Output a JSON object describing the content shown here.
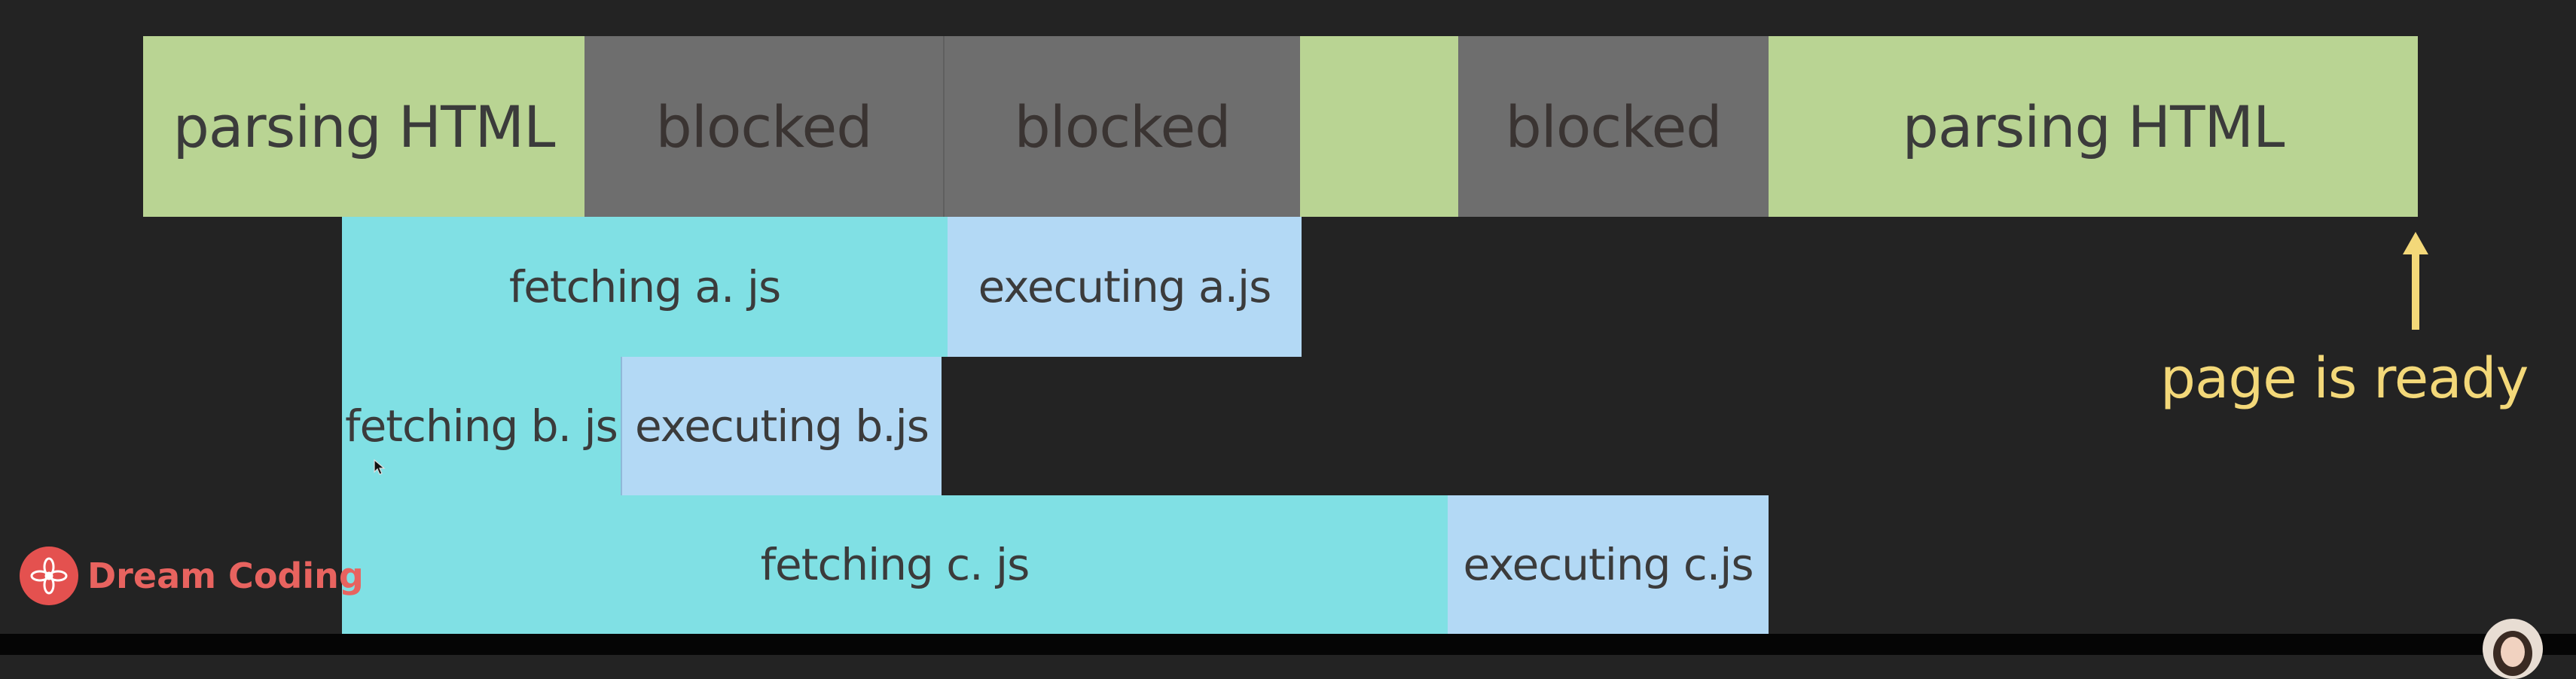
{
  "top_row": [
    {
      "label": "parsing HTML",
      "kind": "parse"
    },
    {
      "label": "blocked",
      "kind": "blocked"
    },
    {
      "label": "blocked",
      "kind": "blocked"
    },
    {
      "label": "",
      "kind": "parse"
    },
    {
      "label": "blocked",
      "kind": "blocked"
    },
    {
      "label": "parsing HTML",
      "kind": "parse"
    }
  ],
  "script_a": {
    "fetch": "fetching a. js",
    "exec": "executing a.js"
  },
  "script_b": {
    "fetch": "fetching b. js",
    "exec": "executing b.js"
  },
  "script_c": {
    "fetch": "fetching c. js",
    "exec": "executing c.js"
  },
  "page_ready_label": "page is ready",
  "logo_text": "Dream Coding",
  "colors": {
    "parse": "#b9d493",
    "blocked": "#6e6e6e",
    "fetch": "#80e0e4",
    "execute": "#b3d9f5",
    "ready": "#f3d879",
    "logo": "#e4514f",
    "background": "#232323"
  }
}
